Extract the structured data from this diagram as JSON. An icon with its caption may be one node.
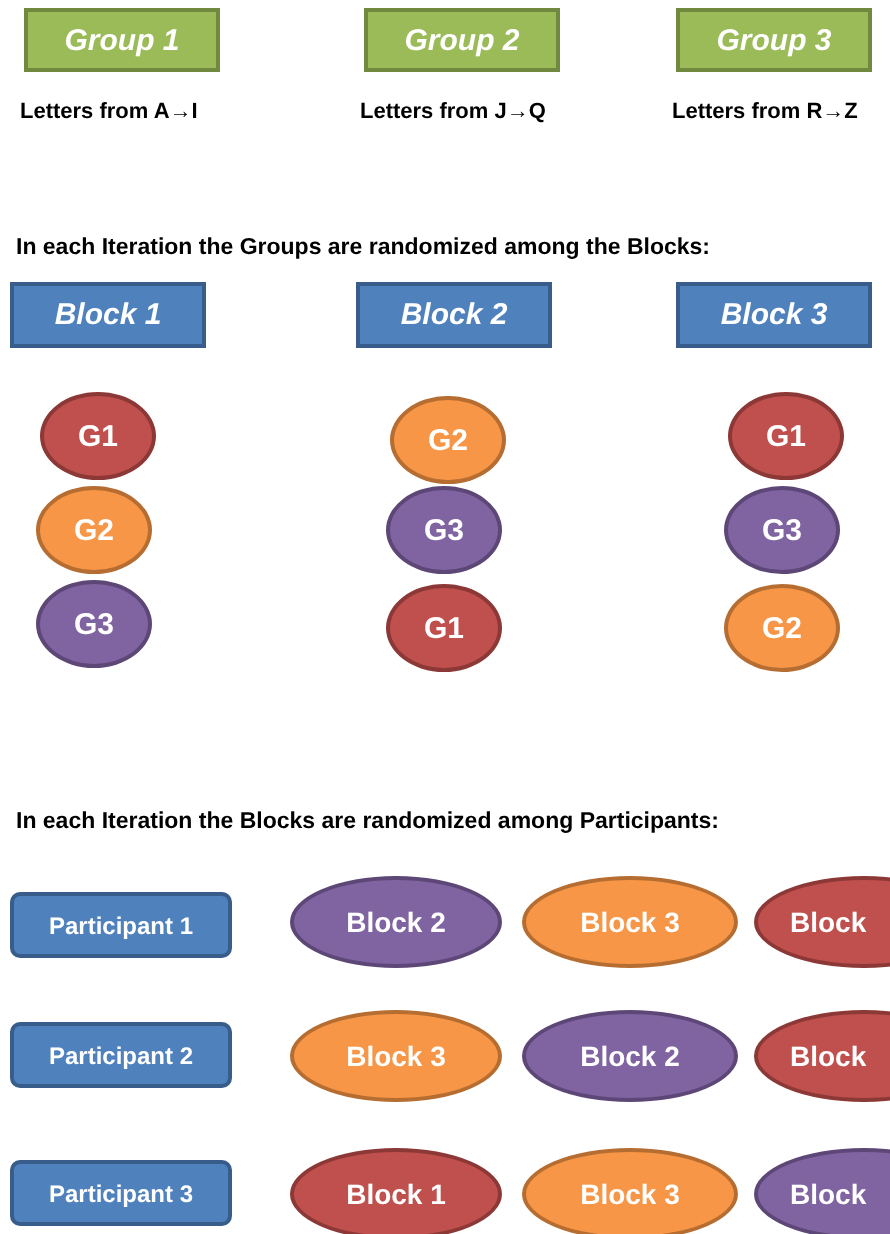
{
  "diagram": {
    "nodes": [
      {
        "text": [
          "Group 1"
        ],
        "beside": [
          "Letters from A→I"
        ]
      },
      {
        "text": [
          "Group 2"
        ],
        "beside": [
          "Letters from J→Q"
        ]
      },
      {
        "text": [
          "Group 3"
        ],
        "beside": [
          "Letters from R→Z"
        ]
      },
      {
        "text": [
          "Block 1"
        ]
      },
      {
        "text": [
          "Block 2"
        ]
      },
      {
        "text": [
          "Block 3"
        ]
      },
      {
        "text": [
          "G1"
        ]
      },
      {
        "text": [
          "G2"
        ]
      },
      {
        "text": [
          "G1"
        ]
      },
      {
        "text": [
          "G2"
        ]
      },
      {
        "text": [
          "G3"
        ]
      },
      {
        "text": [
          "G3"
        ]
      },
      {
        "text": [
          "G3"
        ]
      },
      {
        "text": [
          "G1"
        ]
      },
      {
        "text": [
          "G2"
        ]
      },
      {
        "text": [
          "Participant 1"
        ]
      },
      {
        "text": [
          "Block 2"
        ]
      },
      {
        "text": [
          "Block 3"
        ]
      },
      {
        "text": [
          "Block"
        ]
      },
      {
        "text": [
          "Participant 2"
        ]
      },
      {
        "text": [
          "Block 3"
        ]
      },
      {
        "text": [
          "Block 2"
        ]
      },
      {
        "text": [
          "Block"
        ]
      },
      {
        "text": [
          "Participant 3"
        ]
      },
      {
        "text": [
          "Block 1"
        ]
      },
      {
        "text": [
          "Block 3"
        ]
      },
      {
        "text": [
          "Block"
        ]
      }
    ],
    "labels": [
      "In each Iteration the Groups are randomized among the Blocks:",
      "In each Iteration the Blocks are randomized among Participants:"
    ]
  }
}
